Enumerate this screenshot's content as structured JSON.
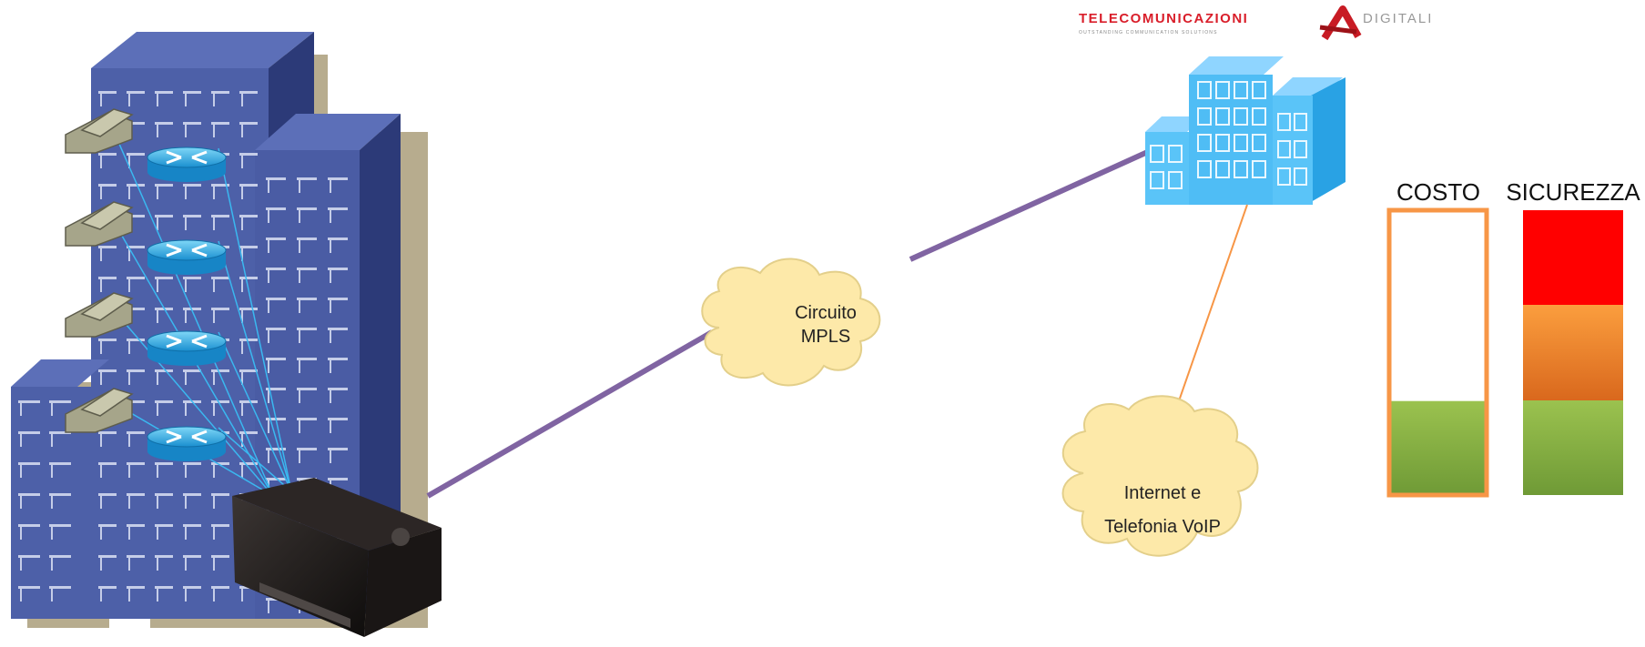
{
  "logo": {
    "brand": "TELECOMUNICAZIONI",
    "brand2": "DIGITALI",
    "tagline": "OUTSTANDING COMMUNICATION SOLUTIONS"
  },
  "clouds": [
    {
      "id": "mpls",
      "lines": [
        "Circuito",
        "MPLS"
      ]
    },
    {
      "id": "internet",
      "lines": [
        "Internet e",
        "Telefonia VoIP"
      ]
    }
  ],
  "meters": {
    "cost": {
      "label": "COSTO",
      "level": 0.33
    },
    "security": {
      "label": "SICUREZZA",
      "levels": [
        "high",
        "medium",
        "low"
      ]
    }
  },
  "colors": {
    "link_purple": "#8064a2",
    "link_orange": "#f79646",
    "cloud_fill": "#fde9a9",
    "meter_green": "#8bb34a",
    "meter_orange": "#f7923a",
    "meter_red": "#ff0000",
    "meter_border": "#f79646"
  }
}
